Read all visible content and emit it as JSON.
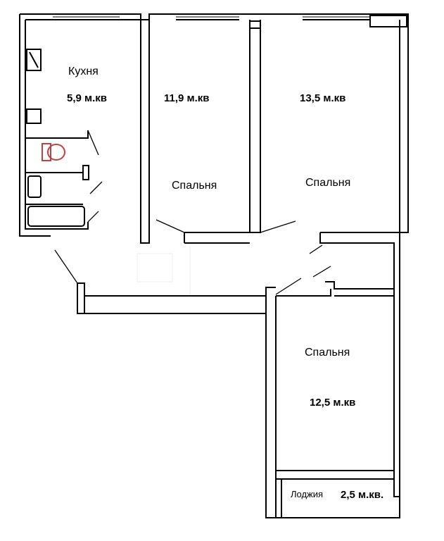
{
  "rooms": {
    "kitchen": {
      "name": "Кухня",
      "area": "5,9 м.кв"
    },
    "bedroom1": {
      "name": "Спальня",
      "area": "11,9 м.кв"
    },
    "bedroom2": {
      "name": "Спальня",
      "area": "13,5 м.кв"
    },
    "bedroom3": {
      "name": "Спальня",
      "area": "12,5 м.кв"
    },
    "loggia": {
      "name": "Лоджия",
      "area": "2,5 м.кв."
    }
  },
  "colors": {
    "wall": "#000000",
    "fixture": "#222222",
    "toilet_accent": "#d04040",
    "watermark": "#d8d8d8"
  }
}
